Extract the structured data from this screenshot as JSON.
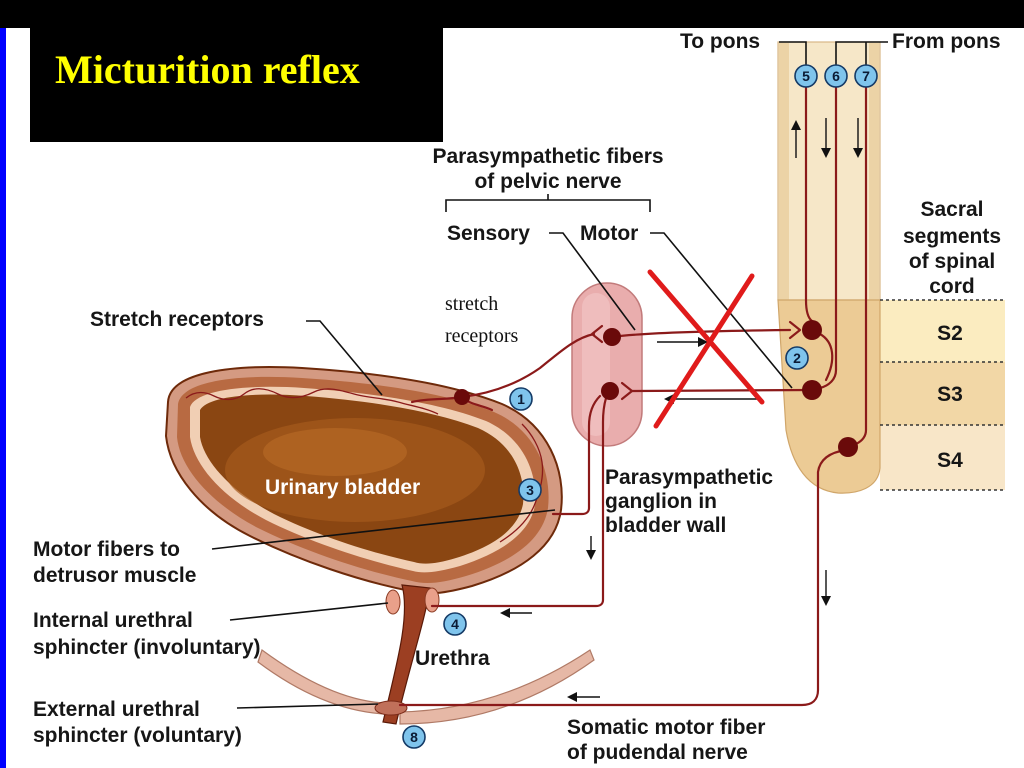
{
  "slide": {
    "title": "Micturition reflex",
    "annotation": [
      "stretch",
      "receptors"
    ]
  },
  "spinal_cord": {
    "to_pons": "To pons",
    "from_pons": "From pons",
    "sacral_label": [
      "Sacral",
      "segments",
      "of spinal",
      "cord"
    ],
    "segments": [
      "S2",
      "S3",
      "S4"
    ]
  },
  "pelvic_nerve": {
    "title": [
      "Parasympathetic fibers",
      "of pelvic nerve"
    ],
    "sensory": "Sensory",
    "motor": "Motor"
  },
  "bladder": {
    "stretch_receptors": "Stretch receptors",
    "urinary_bladder": "Urinary bladder",
    "ganglion": [
      "Parasympathetic",
      "ganglion in",
      "bladder wall"
    ],
    "motor_fibers": [
      "Motor fibers to",
      "detrusor muscle"
    ],
    "internal_sphincter": [
      "Internal urethral",
      "sphincter (involuntary)"
    ],
    "urethra": "Urethra",
    "external_sphincter": [
      "External urethral",
      "sphincter (voluntary)"
    ],
    "somatic_fiber": [
      "Somatic motor fiber",
      "of pudendal nerve"
    ]
  },
  "steps": [
    "1",
    "2",
    "3",
    "4",
    "5",
    "6",
    "7",
    "8"
  ],
  "colors": {
    "title_text": "#ffff00",
    "title_box": "#000000",
    "side_bar": "#0000ff",
    "nerve_fiber": "#8b1a1a",
    "neuron": "#6a0a0a",
    "step_badge": "#7fc4ec",
    "cross_out": "#e01b1b",
    "spinal_cord": "#f6e7c8",
    "bladder": "#8a4612"
  }
}
